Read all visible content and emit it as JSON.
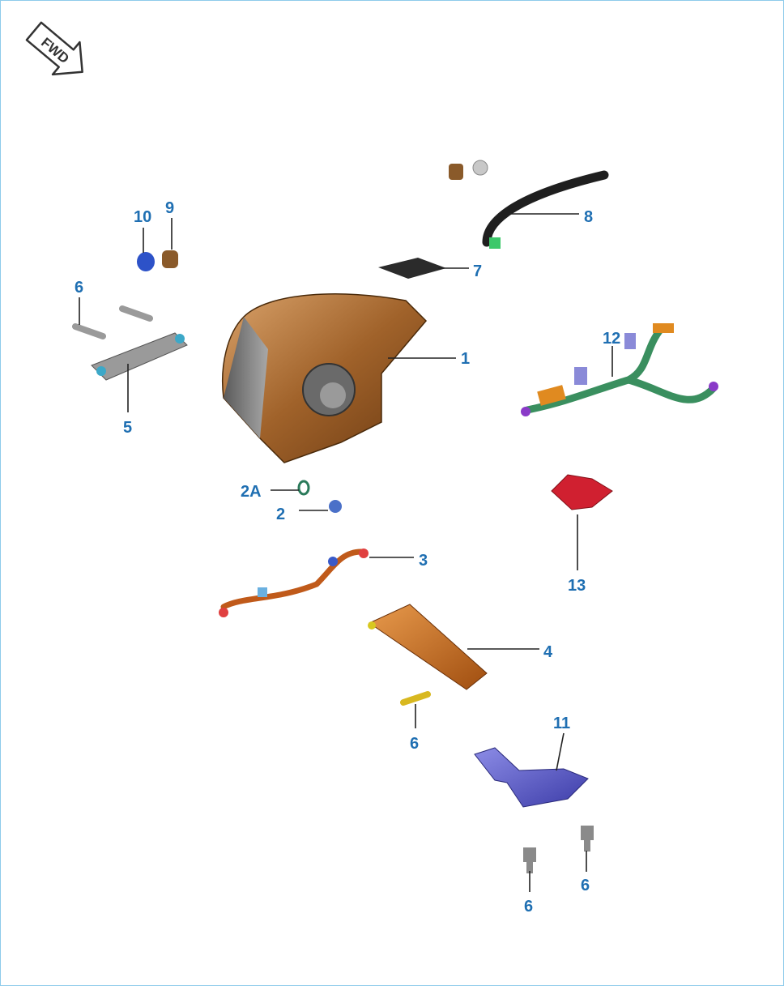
{
  "fwd_indicator": {
    "text": "FWD"
  },
  "callouts": [
    {
      "id": "c1",
      "text": "1"
    },
    {
      "id": "c2",
      "text": "2"
    },
    {
      "id": "c2a",
      "text": "2A"
    },
    {
      "id": "c3",
      "text": "3"
    },
    {
      "id": "c4",
      "text": "4"
    },
    {
      "id": "c5",
      "text": "5"
    },
    {
      "id": "c6a",
      "text": "6"
    },
    {
      "id": "c6b",
      "text": "6"
    },
    {
      "id": "c6c",
      "text": "6"
    },
    {
      "id": "c6d",
      "text": "6"
    },
    {
      "id": "c7",
      "text": "7"
    },
    {
      "id": "c8",
      "text": "8"
    },
    {
      "id": "c9",
      "text": "9"
    },
    {
      "id": "c10",
      "text": "10"
    },
    {
      "id": "c11",
      "text": "11"
    },
    {
      "id": "c12",
      "text": "12"
    },
    {
      "id": "c13",
      "text": "13"
    }
  ],
  "colors": {
    "frame": "#8ecbeb",
    "label": "#1f6fb2",
    "housing": "#a0622a",
    "harness": "#3a8f5f",
    "bracket_purple": "#5a5ac8",
    "bracket_orange": "#c96a1c",
    "connector_red": "#d02030"
  }
}
